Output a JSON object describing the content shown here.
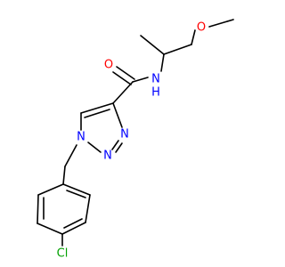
{
  "molecule": {
    "atom_labels": {
      "carbonyl_oxygen": "O",
      "amide_nitrogen": "N",
      "amide_hydrogen": "H",
      "ether_oxygen": "O",
      "triazole_n1": "N",
      "triazole_n2": "N",
      "triazole_n3": "N",
      "chlorine": "Cl"
    },
    "colors": {
      "bond": "#000000",
      "oxygen": "#ff0000",
      "nitrogen": "#0000ff",
      "chlorine": "#00a000",
      "hydrogen": "#0000ff"
    }
  }
}
